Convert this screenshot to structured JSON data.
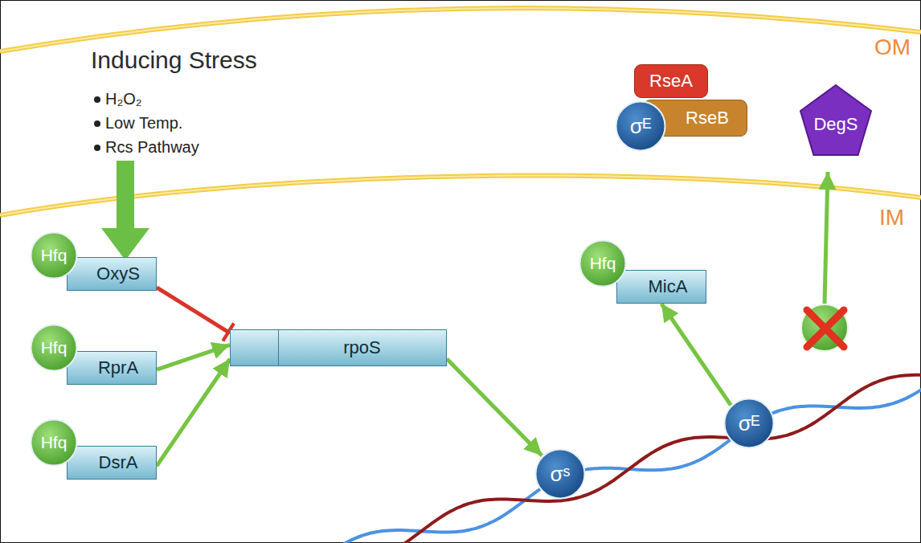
{
  "diagram": {
    "nodes": [
      {
        "text": [
          "RseA"
        ]
      },
      {
        "text": [
          "σᴱ"
        ]
      },
      {
        "text": [
          "RseB"
        ]
      },
      {
        "text": [
          "DegS"
        ]
      },
      {
        "text": [
          "Hfq"
        ]
      },
      {
        "text": [
          "OxyS"
        ]
      },
      {
        "text": [
          "Hfq"
        ]
      },
      {
        "text": [
          "RprA"
        ]
      },
      {
        "text": [
          "Hfq"
        ]
      },
      {
        "text": [
          "DsrA"
        ]
      },
      {
        "text": [
          "rpoS"
        ]
      },
      {
        "text": [
          "σˢ"
        ]
      },
      {
        "text": [
          "Hfq"
        ]
      },
      {
        "text": [
          "MicA"
        ]
      },
      {
        "text": [
          "σᴱ"
        ]
      }
    ],
    "edges": [
      {
        "from": 5,
        "to": 10,
        "arrow": "to"
      },
      {
        "from": 7,
        "to": 10,
        "arrow": "to"
      },
      {
        "from": 9,
        "to": 10,
        "arrow": "to"
      },
      {
        "from": 10,
        "to": 11,
        "arrow": "to"
      },
      {
        "from": 14,
        "to": 13,
        "arrow": "to"
      }
    ],
    "labels": [
      "Inducing Stress",
      "H₂O₂",
      "Low Temp.",
      "Rcs Pathway",
      "OM",
      "IM"
    ]
  }
}
